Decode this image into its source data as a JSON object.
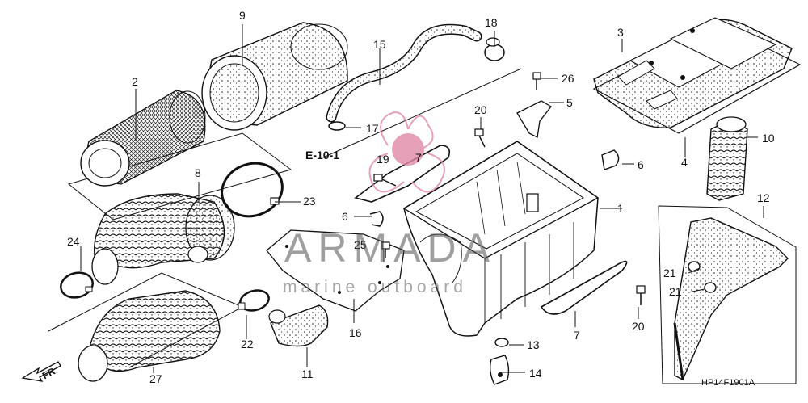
{
  "diagram": {
    "part_labels": [
      {
        "id": "label-1",
        "text": "1"
      },
      {
        "id": "label-2",
        "text": "2"
      },
      {
        "id": "label-3",
        "text": "3"
      },
      {
        "id": "label-4",
        "text": "4"
      },
      {
        "id": "label-5",
        "text": "5"
      },
      {
        "id": "label-6a",
        "text": "6"
      },
      {
        "id": "label-6b",
        "text": "6"
      },
      {
        "id": "label-7a",
        "text": "7"
      },
      {
        "id": "label-7b",
        "text": "7"
      },
      {
        "id": "label-8",
        "text": "8"
      },
      {
        "id": "label-9",
        "text": "9"
      },
      {
        "id": "label-10",
        "text": "10"
      },
      {
        "id": "label-11",
        "text": "11"
      },
      {
        "id": "label-12",
        "text": "12"
      },
      {
        "id": "label-13",
        "text": "13"
      },
      {
        "id": "label-14",
        "text": "14"
      },
      {
        "id": "label-15",
        "text": "15"
      },
      {
        "id": "label-16",
        "text": "16"
      },
      {
        "id": "label-17",
        "text": "17"
      },
      {
        "id": "label-18",
        "text": "18"
      },
      {
        "id": "label-19",
        "text": "19"
      },
      {
        "id": "label-20a",
        "text": "20"
      },
      {
        "id": "label-20b",
        "text": "20"
      },
      {
        "id": "label-21a",
        "text": "21"
      },
      {
        "id": "label-21b",
        "text": "21"
      },
      {
        "id": "label-22",
        "text": "22"
      },
      {
        "id": "label-23",
        "text": "23"
      },
      {
        "id": "label-24",
        "text": "24"
      },
      {
        "id": "label-25",
        "text": "25"
      },
      {
        "id": "label-26",
        "text": "26"
      },
      {
        "id": "label-27",
        "text": "27"
      }
    ],
    "reference": "E-10-1",
    "drawing_code": "HP14F1901A",
    "front_marker": "FR.",
    "watermark": {
      "brand": "ARMADA",
      "tagline": "marine outboard"
    },
    "colors": {
      "ink": "#111111",
      "watermark_logo": "#e08aa8"
    }
  }
}
